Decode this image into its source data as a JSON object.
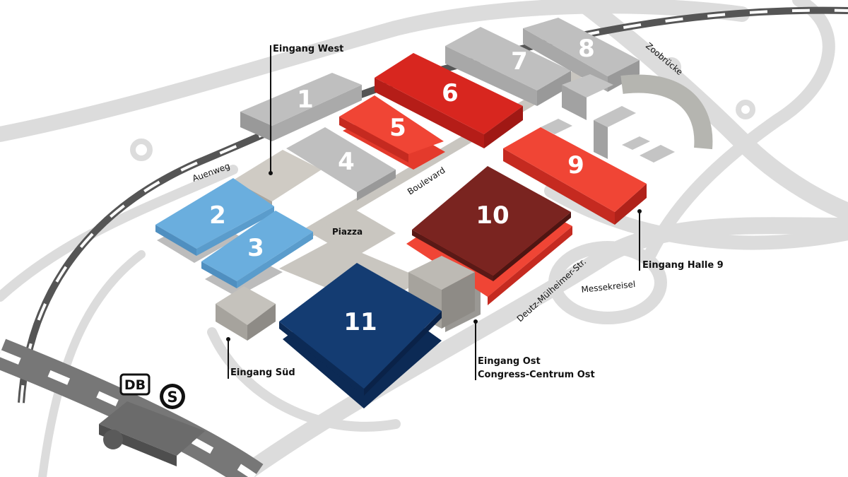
{
  "halls": [
    {
      "id": "1",
      "label": "1",
      "color": "#bfbfbf"
    },
    {
      "id": "2",
      "label": "2",
      "color": "#6aaede"
    },
    {
      "id": "3",
      "label": "3",
      "color": "#6aaede"
    },
    {
      "id": "4",
      "label": "4",
      "color": "#bfbfbf"
    },
    {
      "id": "5",
      "label": "5",
      "color": "#f04535"
    },
    {
      "id": "6",
      "label": "6",
      "color": "#d8261f"
    },
    {
      "id": "7",
      "label": "7",
      "color": "#bfbfbf"
    },
    {
      "id": "8",
      "label": "8",
      "color": "#bfbfbf"
    },
    {
      "id": "9",
      "label": "9",
      "color": "#f04535"
    },
    {
      "id": "10",
      "label": "10",
      "color": "#7a2420"
    },
    {
      "id": "11",
      "label": "11",
      "color": "#143c72"
    }
  ],
  "places": {
    "piazza": "Piazza",
    "boulevard": "Boulevard"
  },
  "roads": {
    "auenweg": "Auenweg",
    "zoobruecke": "Zoobrücke",
    "deutz": "Deutz-Mülheimer-Str.",
    "messekreisel": "Messekreisel"
  },
  "entrances": {
    "west": "Eingang West",
    "sued": "Eingang Süd",
    "ost": "Eingang Ost",
    "congress": "Congress-Centrum Ost",
    "halle9": "Eingang Halle 9"
  },
  "transit": {
    "db": "DB",
    "sbahn": "S"
  }
}
